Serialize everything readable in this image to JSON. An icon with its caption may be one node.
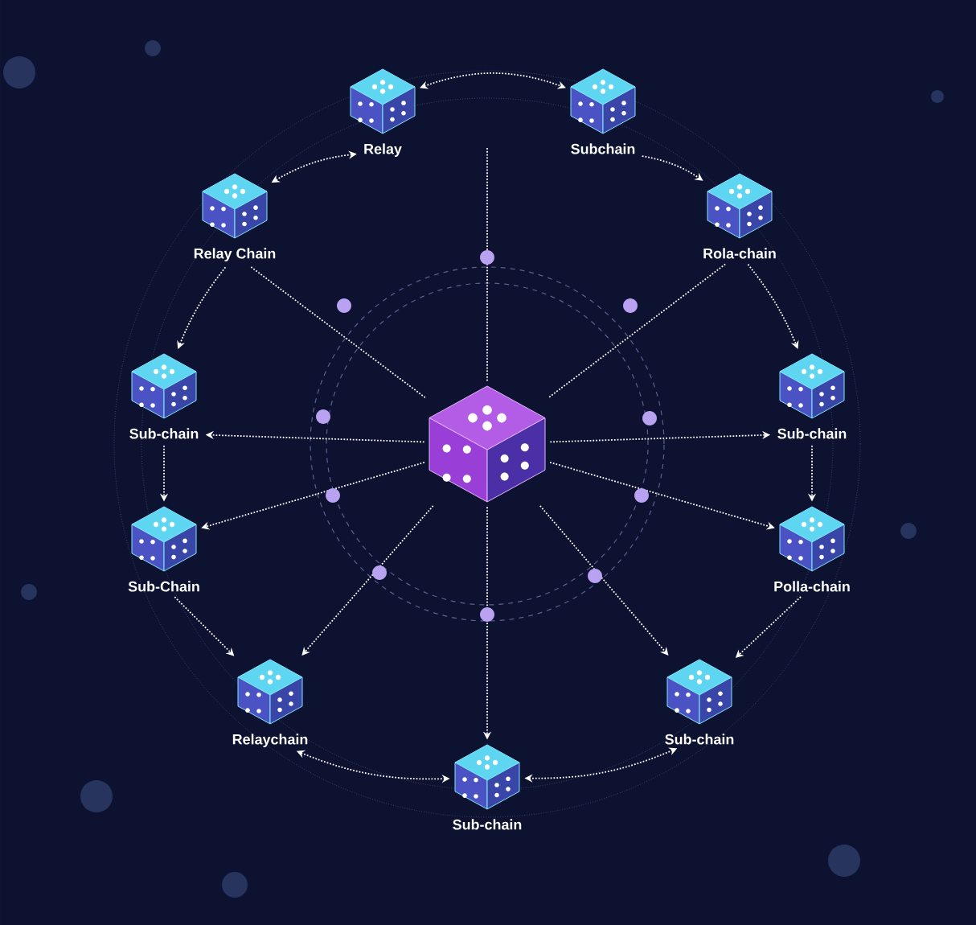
{
  "diagram": {
    "nodes": [
      {
        "text": [],
        "shape": "picture"
      },
      {
        "text": [
          "Relay"
        ]
      },
      {
        "text": [
          "Subchain"
        ]
      },
      {
        "text": [
          "Relay Chain"
        ]
      },
      {
        "text": [
          "Rola-chain"
        ]
      },
      {
        "text": [
          "Sub-chain"
        ]
      },
      {
        "text": [
          "Sub-chain"
        ]
      },
      {
        "text": [
          "Sub-Chain"
        ]
      },
      {
        "text": [
          "Polla-chain"
        ]
      },
      {
        "text": [
          "Relaychain"
        ]
      },
      {
        "text": [
          "Sub-chain"
        ]
      },
      {
        "text": [
          "Sub-chain"
        ]
      }
    ],
    "edges": [
      {
        "from": 1,
        "to": 2,
        "arrow": "both"
      },
      {
        "from": 1,
        "to": 3,
        "arrow": "both"
      },
      {
        "from": 2,
        "to": 4,
        "arrow": "to"
      },
      {
        "from": 3,
        "to": 5,
        "arrow": "to"
      },
      {
        "from": 4,
        "to": 6,
        "arrow": "to"
      },
      {
        "from": 5,
        "to": 7,
        "arrow": "to"
      },
      {
        "from": 6,
        "to": 8,
        "arrow": "to"
      },
      {
        "from": 7,
        "to": 9,
        "arrow": "to"
      },
      {
        "from": 8,
        "to": 10,
        "arrow": "to"
      },
      {
        "from": 9,
        "to": 11,
        "arrow": "both"
      },
      {
        "from": 10,
        "to": 11,
        "arrow": "both"
      },
      {
        "from": 0,
        "to": 3,
        "arrow": "none"
      },
      {
        "from": 0,
        "to": 4,
        "arrow": "none"
      },
      {
        "from": 0,
        "to": null,
        "arrow": "none"
      },
      {
        "from": 0,
        "to": 5,
        "arrow": "to"
      },
      {
        "from": 0,
        "to": 6,
        "arrow": "to"
      },
      {
        "from": 0,
        "to": 7,
        "arrow": "to"
      },
      {
        "from": 0,
        "to": 8,
        "arrow": "to"
      },
      {
        "from": 0,
        "to": 9,
        "arrow": "to"
      },
      {
        "from": 0,
        "to": 10,
        "arrow": "to"
      },
      {
        "from": 0,
        "to": 11,
        "arrow": "to"
      }
    ]
  }
}
